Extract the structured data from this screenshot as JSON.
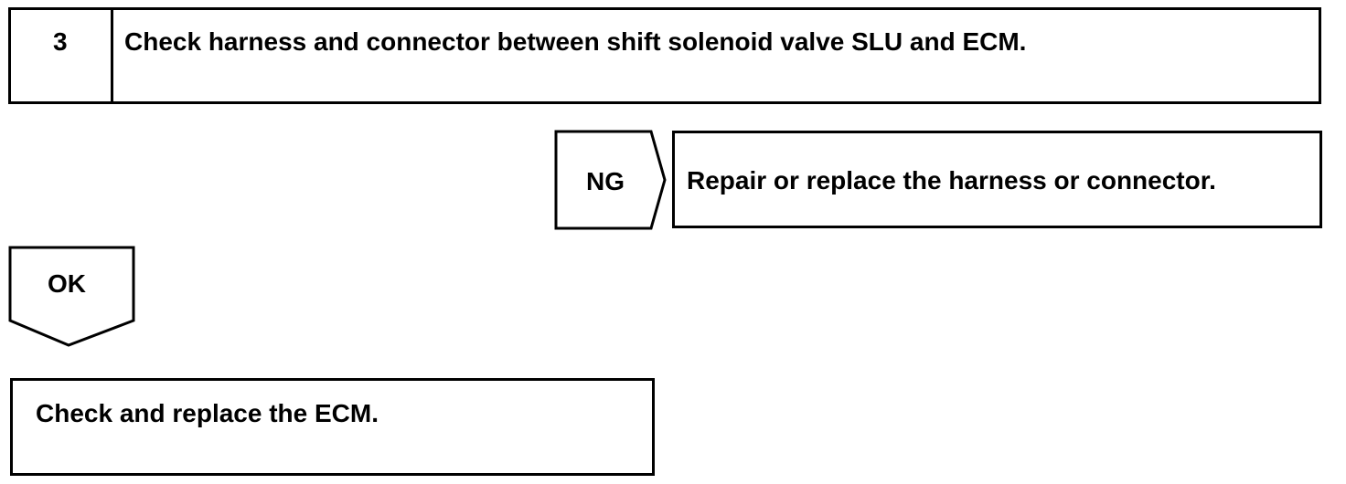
{
  "step": {
    "number": "3",
    "title": "Check harness and connector between shift solenoid valve SLU and ECM."
  },
  "ng_branch": {
    "label": "NG",
    "action": "Repair or replace the harness or connector."
  },
  "ok_branch": {
    "label": "OK",
    "action": "Check and replace the ECM."
  },
  "colors": {
    "stroke": "#000000",
    "background": "#ffffff"
  }
}
